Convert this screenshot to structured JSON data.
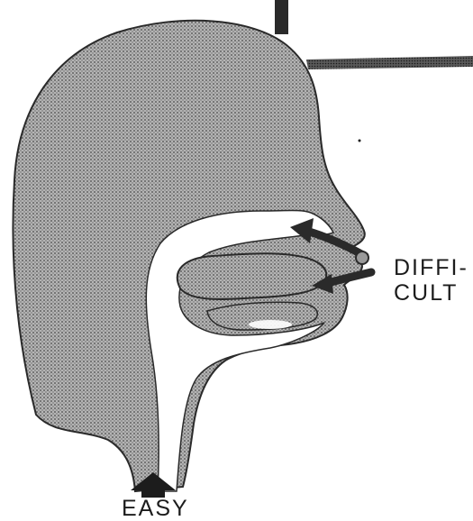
{
  "labels": {
    "difficult_line1": "DIFFI-",
    "difficult_line2": "CULT",
    "easy": "EASY"
  },
  "colors": {
    "ink": "#1c1c1c",
    "stipple_fill": "#a9a9a9",
    "background": "#ffffff"
  },
  "icons": {
    "difficult_arrows": "curved-arrow-icon",
    "easy_arrow": "up-arrow-icon"
  }
}
